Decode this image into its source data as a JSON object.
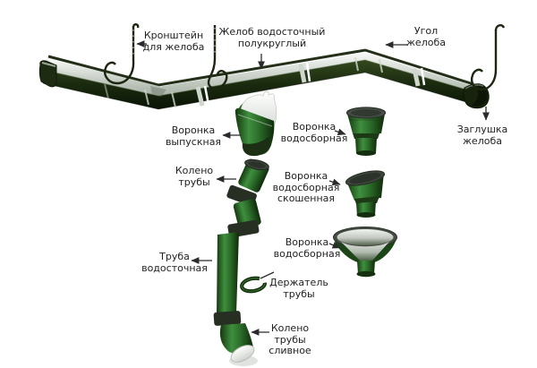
{
  "colors": {
    "background": "#ffffff",
    "text": "#222222",
    "arrow": "#2b2b2b",
    "part_green": "#2f7d32",
    "gutter_dark_green": "#1a280f",
    "metal_silver": "#cdd3cc"
  },
  "labels": {
    "bracket": [
      "Кронштейн",
      "для желоба"
    ],
    "gutter": [
      "Желоб водосточный",
      "полукруглый"
    ],
    "corner": [
      "Угол",
      "желоба"
    ],
    "endcap": [
      "Заглушка",
      "желоба"
    ],
    "outlet_funnel": [
      "Воронка",
      "выпускная"
    ],
    "catch_funnel": [
      "Воронка",
      "водосборная"
    ],
    "elbow": [
      "Колено",
      "трубы"
    ],
    "catch_funnel_beveled": [
      "Воронка",
      "водосборная",
      "скошенная"
    ],
    "downpipe": [
      "Труба",
      "водосточная"
    ],
    "catch_funnel_wide": [
      "Воронка",
      "водосборная"
    ],
    "pipe_holder": [
      "Держатель",
      "трубы"
    ],
    "drain_elbow": [
      "Колено",
      "трубы",
      "сливное"
    ]
  }
}
